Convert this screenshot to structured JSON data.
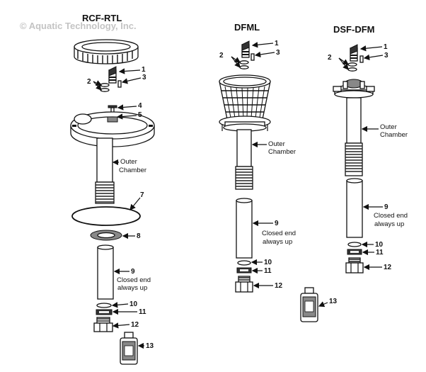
{
  "watermark": "© Aquatic Technology, Inc.",
  "assemblies": [
    {
      "title": "RCF-RTL",
      "labels": [
        "1",
        "2",
        "3",
        "4",
        "5",
        "Outer",
        "Chamber",
        "7",
        "8",
        "9",
        "Closed end",
        "always up",
        "10",
        "11",
        "12",
        "13"
      ]
    },
    {
      "title": "DFML",
      "labels": [
        "1",
        "2",
        "3",
        "Outer",
        "Chamber",
        "9",
        "Closed end",
        "always up",
        "10",
        "11",
        "12"
      ]
    },
    {
      "title": "DSF-DFM",
      "labels": [
        "1",
        "2",
        "3",
        "Outer",
        "Chamber",
        "9",
        "Closed end",
        "always up",
        "10",
        "11",
        "12",
        "13"
      ]
    }
  ]
}
